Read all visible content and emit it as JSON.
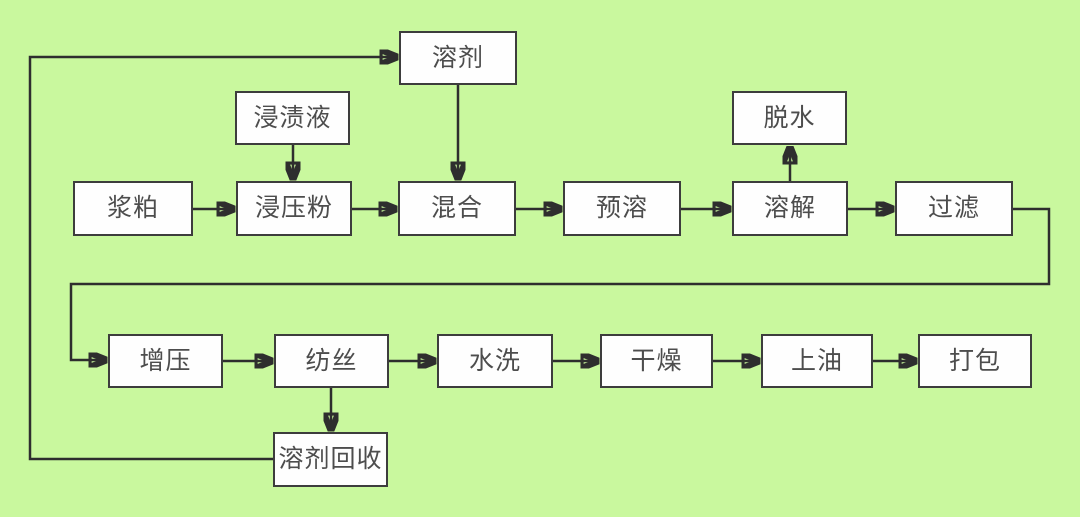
{
  "diagram": {
    "colors": {
      "background": "#c9f89e",
      "box_fill": "#fefefe",
      "box_border": "#3d3d3d",
      "connector": "#2e2e2e",
      "text": "#4d4d4d"
    },
    "nodes": {
      "solvent": {
        "label": "溶剂"
      },
      "impregnation_liquid": {
        "label": "浸渍液"
      },
      "dewatering": {
        "label": "脱水"
      },
      "pulp": {
        "label": "浆粕"
      },
      "impregnated_powder": {
        "label": "浸压粉"
      },
      "mixing": {
        "label": "混合"
      },
      "pre_dissolving": {
        "label": "预溶"
      },
      "dissolving": {
        "label": "溶解"
      },
      "filtering": {
        "label": "过滤"
      },
      "pressurizing": {
        "label": "增压"
      },
      "spinning": {
        "label": "纺丝"
      },
      "washing": {
        "label": "水洗"
      },
      "drying": {
        "label": "干燥"
      },
      "oiling": {
        "label": "上油"
      },
      "packing": {
        "label": "打包"
      },
      "solvent_recovery": {
        "label": "溶剂回收"
      }
    },
    "edges": [
      {
        "from": "pulp",
        "to": "impregnated_powder"
      },
      {
        "from": "impregnation_liquid",
        "to": "impregnated_powder"
      },
      {
        "from": "impregnated_powder",
        "to": "mixing"
      },
      {
        "from": "solvent",
        "to": "mixing"
      },
      {
        "from": "mixing",
        "to": "pre_dissolving"
      },
      {
        "from": "pre_dissolving",
        "to": "dissolving"
      },
      {
        "from": "dissolving",
        "to": "dewatering"
      },
      {
        "from": "dissolving",
        "to": "filtering"
      },
      {
        "from": "filtering",
        "to": "pressurizing"
      },
      {
        "from": "pressurizing",
        "to": "spinning"
      },
      {
        "from": "spinning",
        "to": "washing"
      },
      {
        "from": "washing",
        "to": "drying"
      },
      {
        "from": "drying",
        "to": "oiling"
      },
      {
        "from": "oiling",
        "to": "packing"
      },
      {
        "from": "spinning",
        "to": "solvent_recovery"
      },
      {
        "from": "solvent_recovery",
        "to": "solvent"
      }
    ]
  }
}
